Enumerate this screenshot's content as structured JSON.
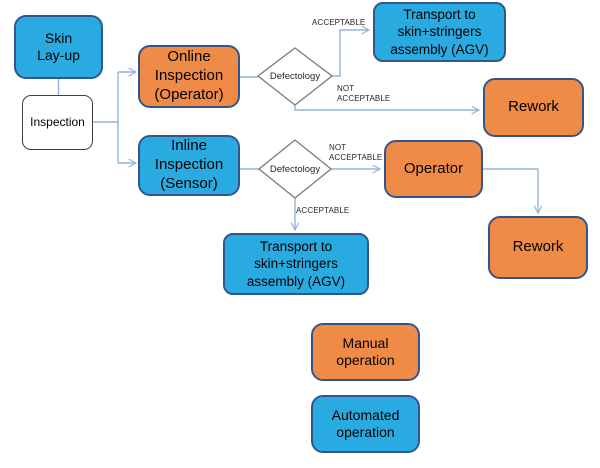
{
  "nodes": {
    "skin_layup": "Skin\nLay-up",
    "inspection": "Inspection",
    "online_inspection": "Online\nInspection\n(Operator)",
    "inline_inspection": "Inline\nInspection\n(Sensor)",
    "defectology_top": "Defectology",
    "defectology_bottom": "Defectology",
    "transport_top": "Transport to\nskin+stringers\nassembly (AGV)",
    "transport_bottom": "Transport to\nskin+stringers\nassembly (AGV)",
    "rework_top": "Rework",
    "rework_bottom": "Rework",
    "operator": "Operator"
  },
  "edge_labels": {
    "acceptable_top": "ACCEPTABLE",
    "not_acceptable_top": "NOT\nACCEPTABLE",
    "not_acceptable_bottom": "NOT\nACCEPTABLE",
    "acceptable_bottom": "ACCEPTABLE"
  },
  "legend": [
    {
      "id": "manual",
      "label": "Manual\noperation",
      "color": "#F08B47"
    },
    {
      "id": "automated",
      "label": "Automated\noperation",
      "color": "#29ABE2"
    }
  ],
  "colors": {
    "manual_fill": "#F08B47",
    "automated_fill": "#29ABE2",
    "node_border": "#34558B",
    "inspection_border": "#404040",
    "diamond_border": "#7F7F7F",
    "connector": "#95B3D7",
    "text": "#000000"
  }
}
